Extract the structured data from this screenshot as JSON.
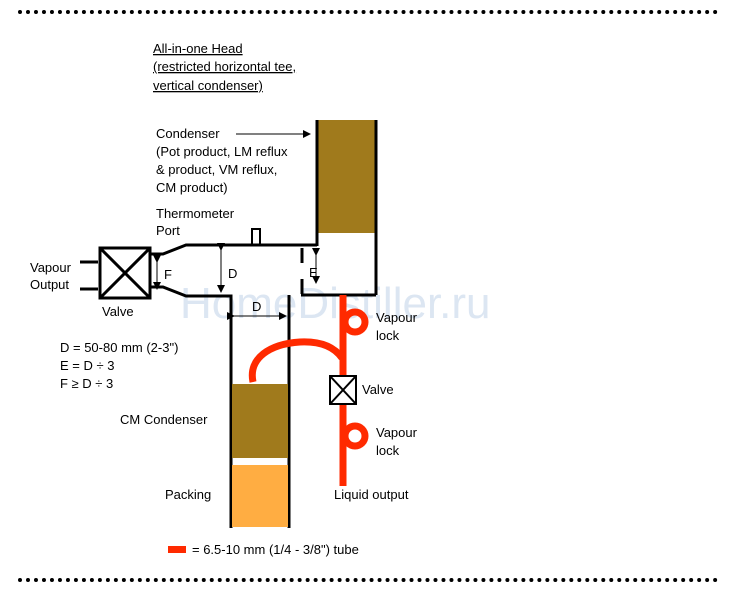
{
  "title_lines": [
    "All-in-one Head",
    "(restricted horizontal tee,",
    "vertical condenser)"
  ],
  "condenser_lines": [
    "Condenser",
    "(Pot product, LM reflux",
    "& product, VM reflux,",
    "CM product)"
  ],
  "thermometer_lines": [
    "Thermometer",
    "Port"
  ],
  "vapour_output_lines": [
    "Vapour",
    "Output"
  ],
  "valve_left": "Valve",
  "dim_D": "D",
  "dim_E": "E",
  "dim_F": "F",
  "formula_lines": [
    "D = 50-80 mm (2-3\")",
    "E = D ÷ 3",
    "F ≥ D ÷ 3"
  ],
  "cm_condenser": "CM Condenser",
  "packing": "Packing",
  "vapour_lock_top_lines": [
    "Vapour",
    "lock"
  ],
  "valve_right": "Valve",
  "vapour_lock_bottom_lines": [
    "Vapour",
    "lock"
  ],
  "liquid_output": "Liquid output",
  "legend_text": "= 6.5-10 mm (1/4 - 3/8\") tube",
  "watermark": "HomeDistiller.ru",
  "colors": {
    "condenser_fill": "#a07a1c",
    "packing_fill": "#ffad42",
    "tube_red": "#ff2a00",
    "watermark": "#dce6f2"
  }
}
